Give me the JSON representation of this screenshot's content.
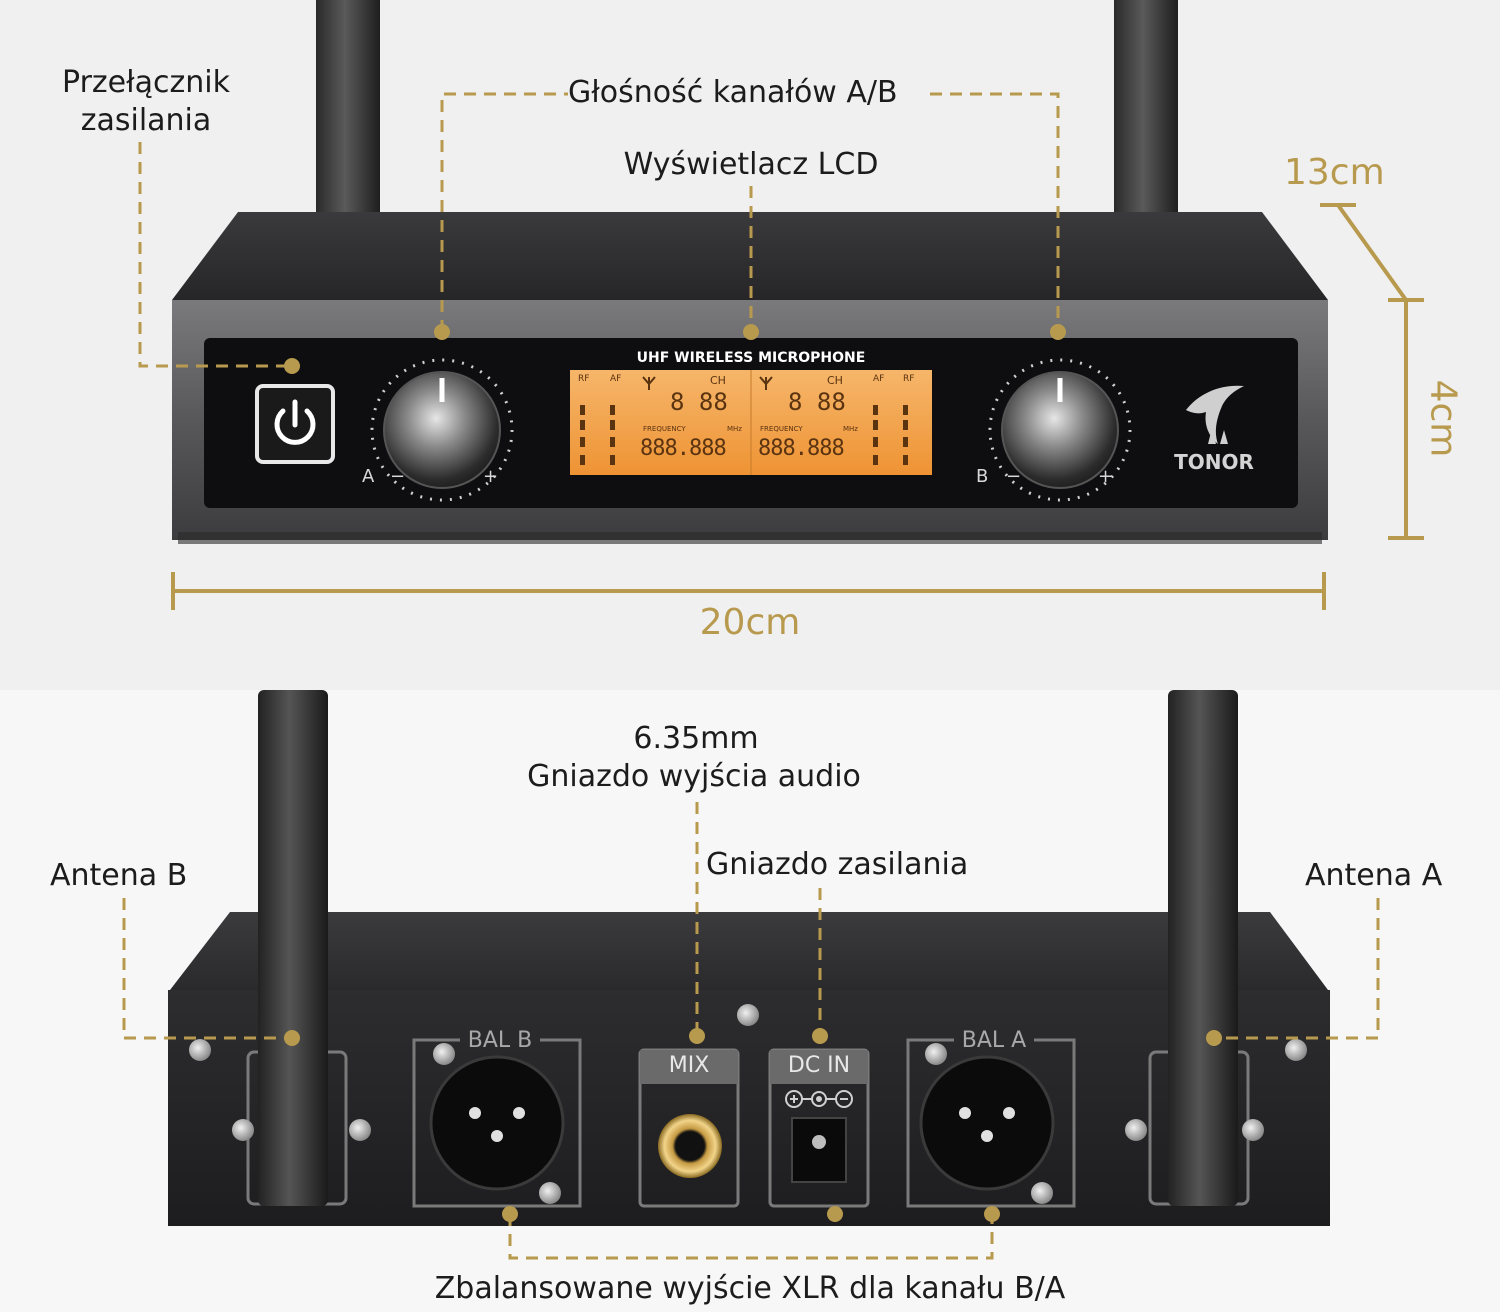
{
  "colors": {
    "accent_gold": "#b89a4e",
    "lcd_orange": "#f3a24a",
    "body_dark": "#2b2b2d",
    "panel_black": "#0e0e10"
  },
  "front": {
    "labels": {
      "power_switch_line1": "Przełącznik",
      "power_switch_line2": "zasilania",
      "channel_volume": "Głośność kanałów A/B",
      "lcd_display": "Wyświetlacz LCD"
    },
    "dimensions": {
      "depth": "13cm",
      "height": "4cm",
      "width": "20cm"
    },
    "panel": {
      "lcd_header": "UHF WIRELESS MICROPHONE",
      "lcd_ch": "CH",
      "lcd_frequency": "FREQUENCY",
      "lcd_mhz": "MHz",
      "lcd_rf": "RF",
      "lcd_af": "AF",
      "lcd_channel_digits": "8 88",
      "lcd_freq_digits": "888.888",
      "knob_a_letter": "A",
      "knob_b_letter": "B",
      "minus": "−",
      "plus": "+",
      "brand": "TONOR",
      "power_icon": "power-icon",
      "logo_icon": "dolphin-logo-icon"
    }
  },
  "rear": {
    "labels": {
      "output_size": "6.35mm",
      "audio_output": "Gniazdo wyjścia audio",
      "power_socket": "Gniazdo zasilania",
      "antenna_b": "Antena B",
      "antenna_a": "Antena A",
      "xlr_output": "Zbalansowane wyjście XLR dla kanału B/A"
    },
    "ports": {
      "bal_b": "BAL B",
      "mix": "MIX",
      "dc_in": "DC IN",
      "bal_a": "BAL A"
    }
  }
}
